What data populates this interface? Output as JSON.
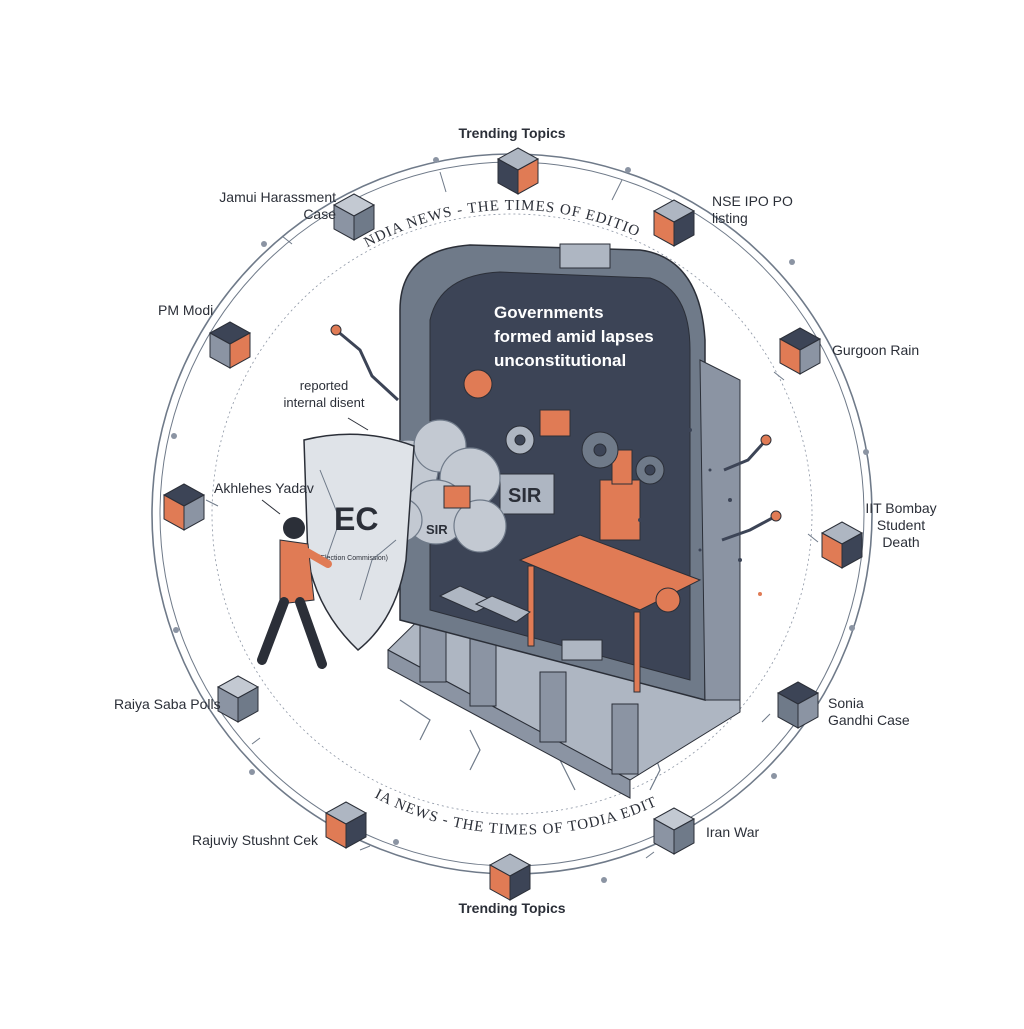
{
  "header": {
    "title": "Trending Topics"
  },
  "footer": {
    "title": "Trending Topics"
  },
  "ring": {
    "upper_band": "INDIA NEWS - THE TIMES OF EDITION",
    "lower_band": "INDIA NEWS - THE TIMES OF TODIA EDITION"
  },
  "topics": [
    {
      "label": "Jamui Harassment\nCase"
    },
    {
      "label": "NSE IPO PO\nlisting"
    },
    {
      "label": "PM Modi"
    },
    {
      "label": "Gurgoon Rain"
    },
    {
      "label": "Akhlehes Yadav"
    },
    {
      "label": "IIT Bombay\nStudent\nDeath"
    },
    {
      "label": "Raiya Saba Polls"
    },
    {
      "label": "Sonia\nGandhi Case"
    },
    {
      "label": "Rajuviy Stushnt Cek"
    },
    {
      "label": "Iran War"
    }
  ],
  "scene": {
    "headline": "Governments\nformed amid lapses\nunconstitutional",
    "annotation": "reported\ninternal disent",
    "shield_title": "EC",
    "shield_subtitle": "(Election Commission)",
    "cloud_label": "SIR",
    "machine_label": "SIR"
  },
  "colors": {
    "ink": "#2b2f38",
    "slate": "#6f7a89",
    "slate_light": "#aeb6c2",
    "orange": "#e07b55",
    "dark_block": "#3c4456"
  }
}
